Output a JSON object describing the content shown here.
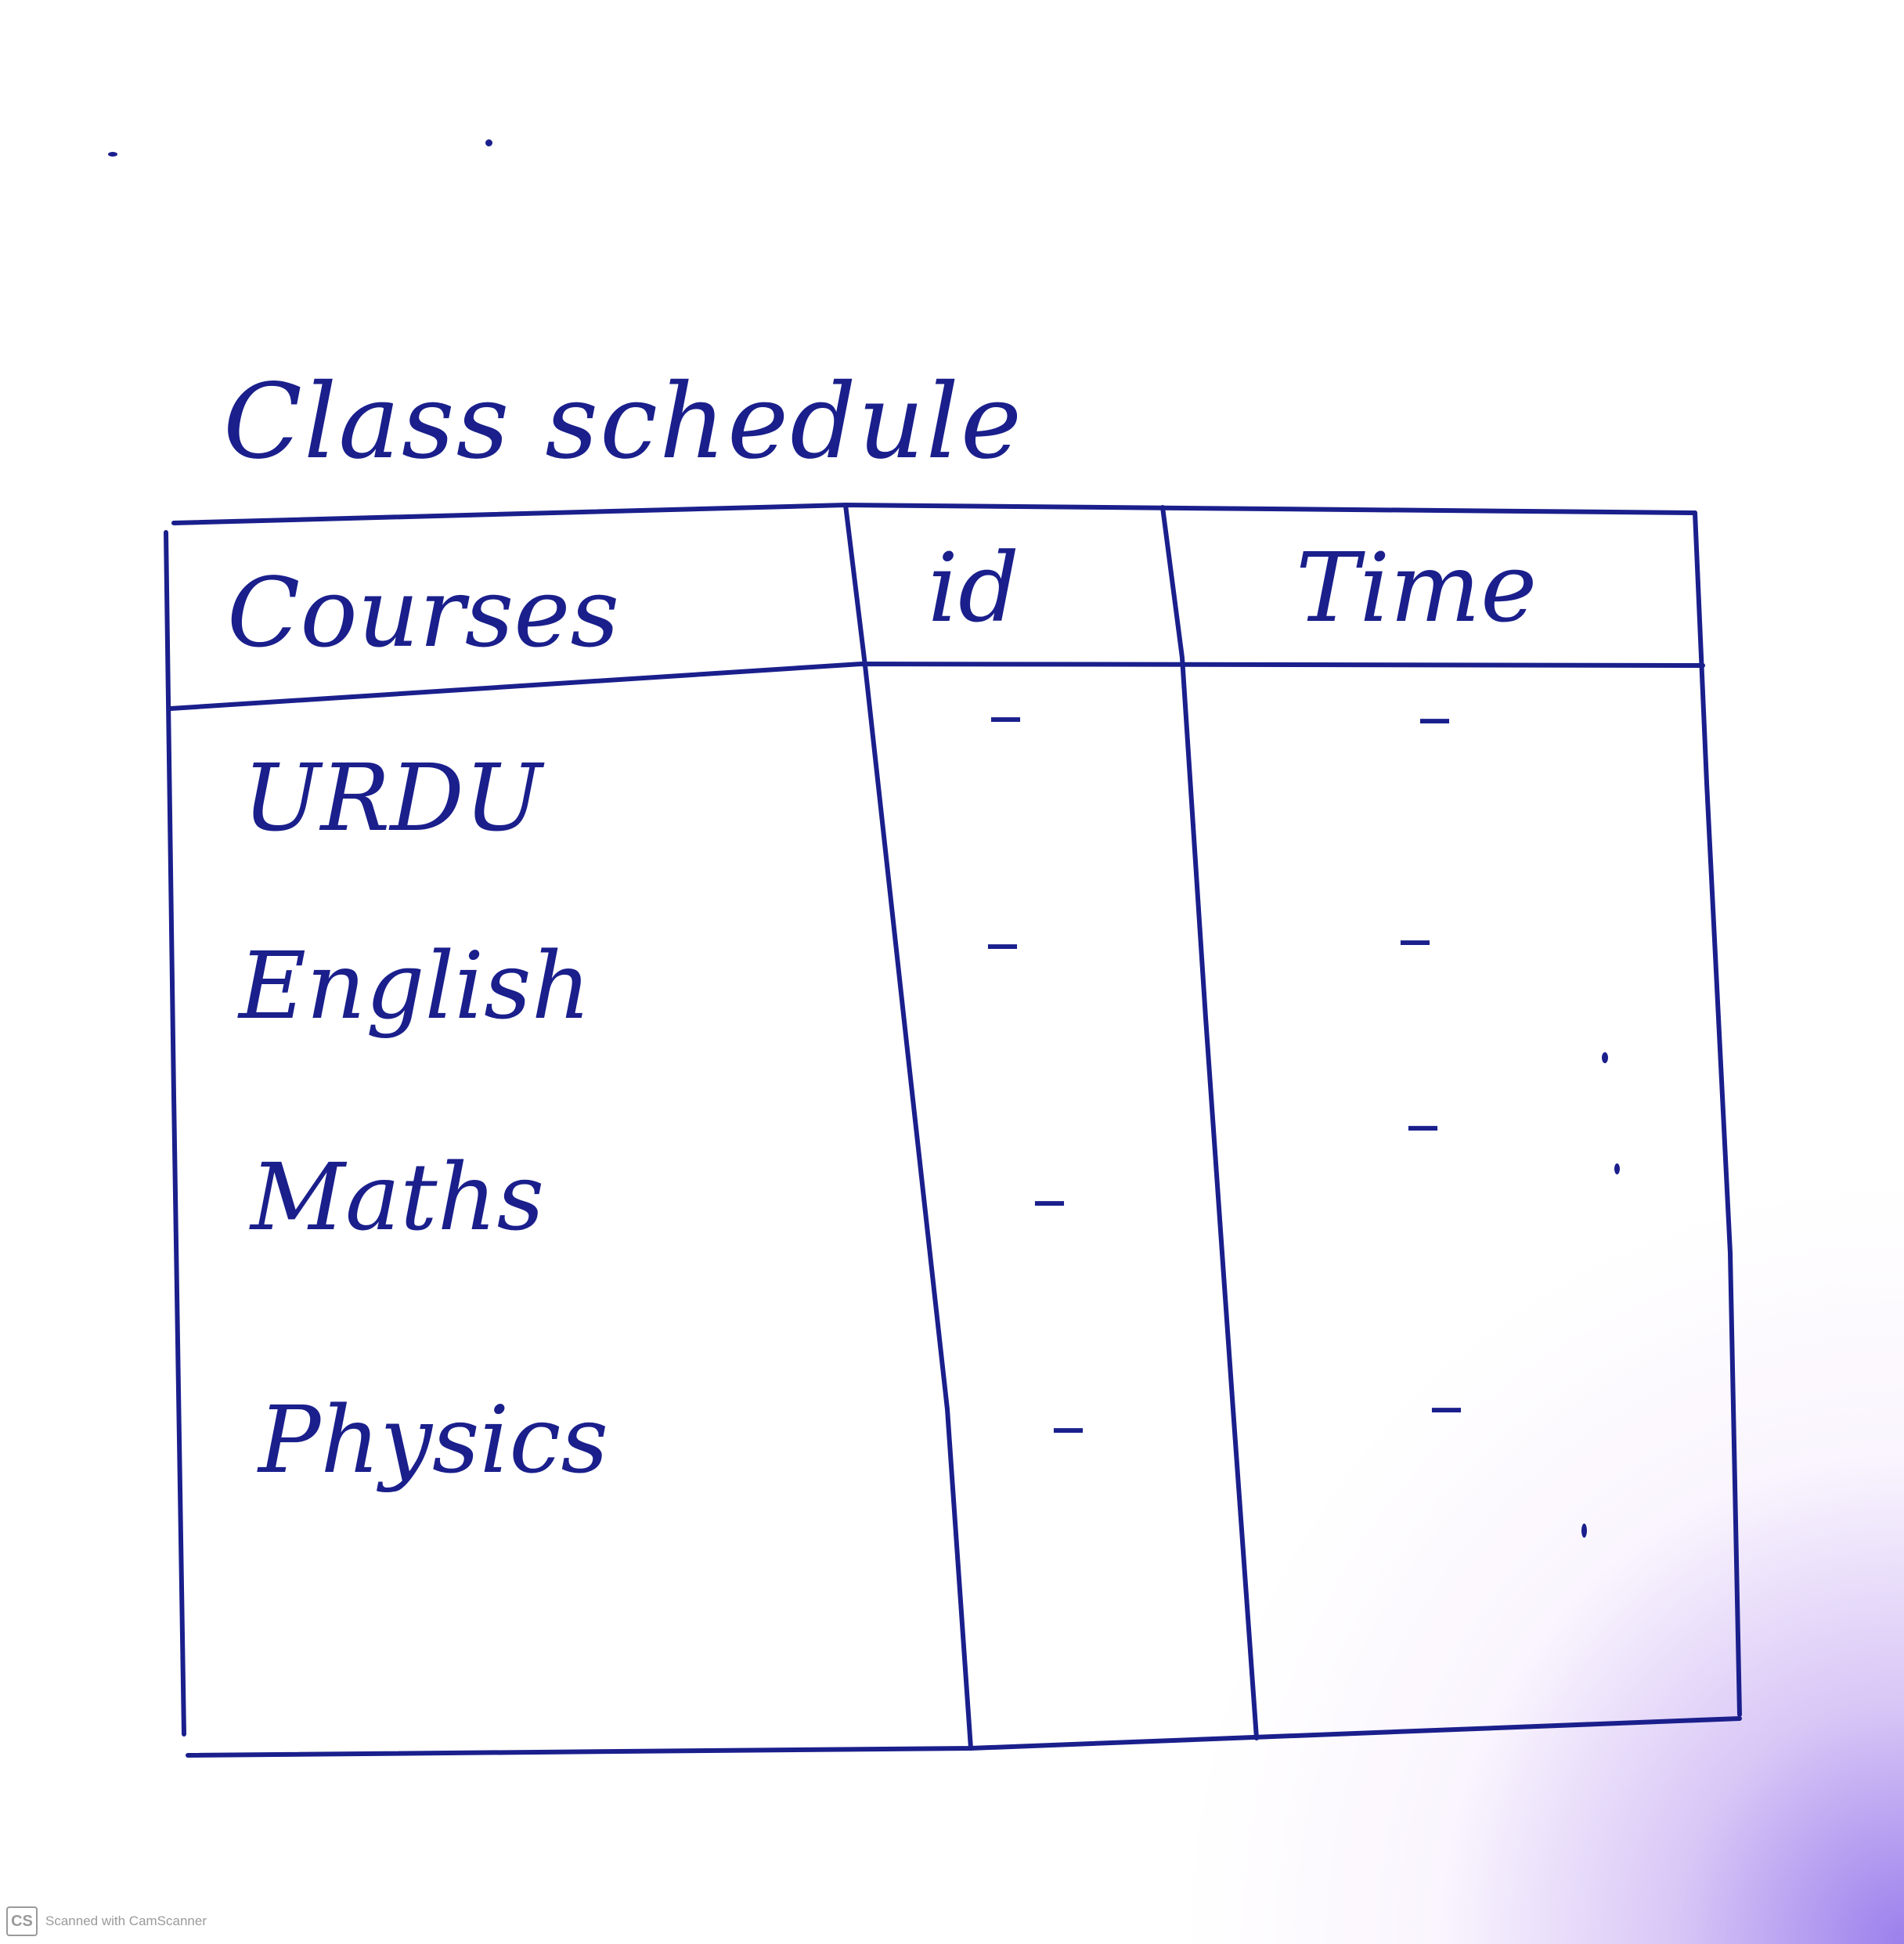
{
  "document": {
    "title": "Class schedule",
    "table": {
      "headers": [
        "Courses",
        "id",
        "Time"
      ],
      "rows": [
        {
          "course": "URDU",
          "id": "–",
          "time": "–"
        },
        {
          "course": "English",
          "id": "–",
          "time": "–"
        },
        {
          "course": "Maths",
          "id": "–",
          "time": "–"
        },
        {
          "course": "Physics",
          "id": "–",
          "time": "–"
        }
      ]
    }
  },
  "footer": {
    "logo_text": "CS",
    "scanner_text": "Scanned with CamScanner"
  },
  "colors": {
    "ink": "#1a1f8c",
    "paper": "#ffffff",
    "tint": "#9b7fe6"
  }
}
